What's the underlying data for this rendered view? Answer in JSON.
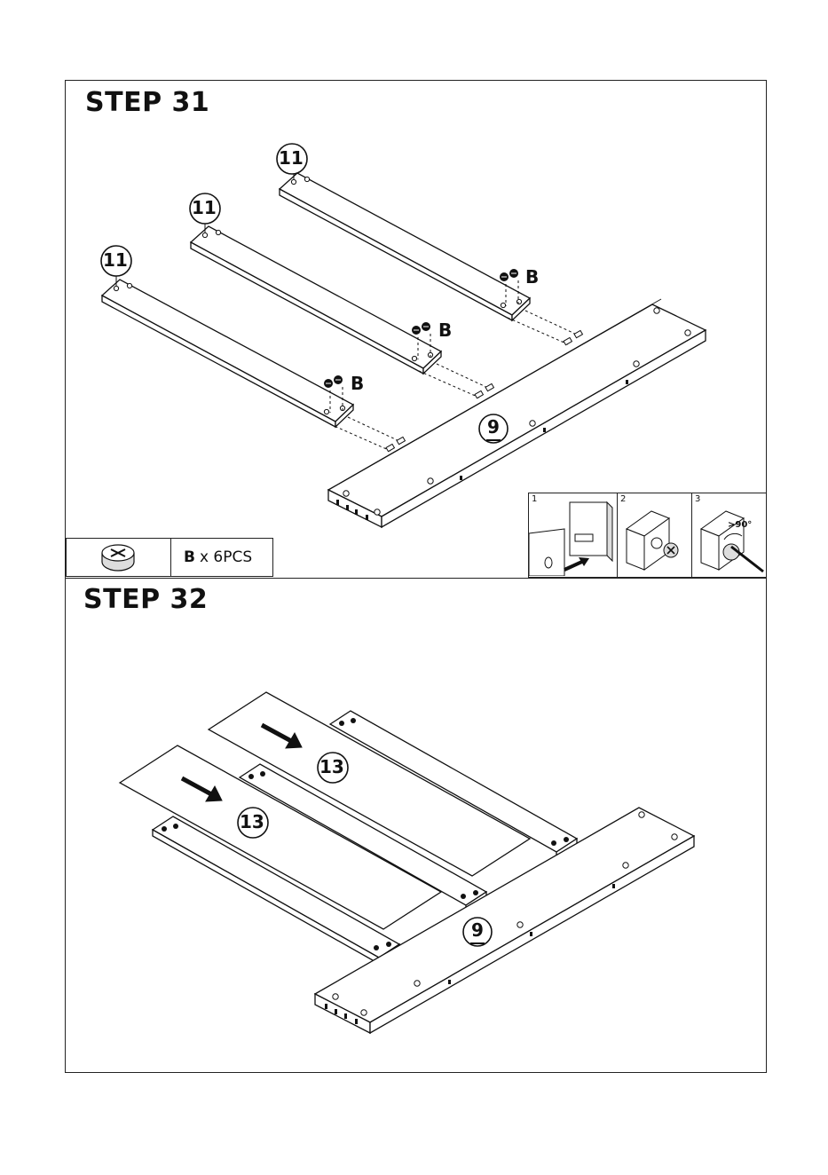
{
  "steps": [
    {
      "title": "STEP 31",
      "part_labels": [
        "11",
        "11",
        "11",
        "9"
      ],
      "hardware_callouts": [
        "B",
        "B",
        "B"
      ],
      "hardware_table": {
        "code": "B",
        "quantity": "x 6PCS"
      },
      "detail_steps": [
        "1",
        "2",
        "3"
      ],
      "detail_angle": ">90°"
    },
    {
      "title": "STEP 32",
      "part_labels": [
        "13",
        "13",
        "9"
      ]
    }
  ]
}
